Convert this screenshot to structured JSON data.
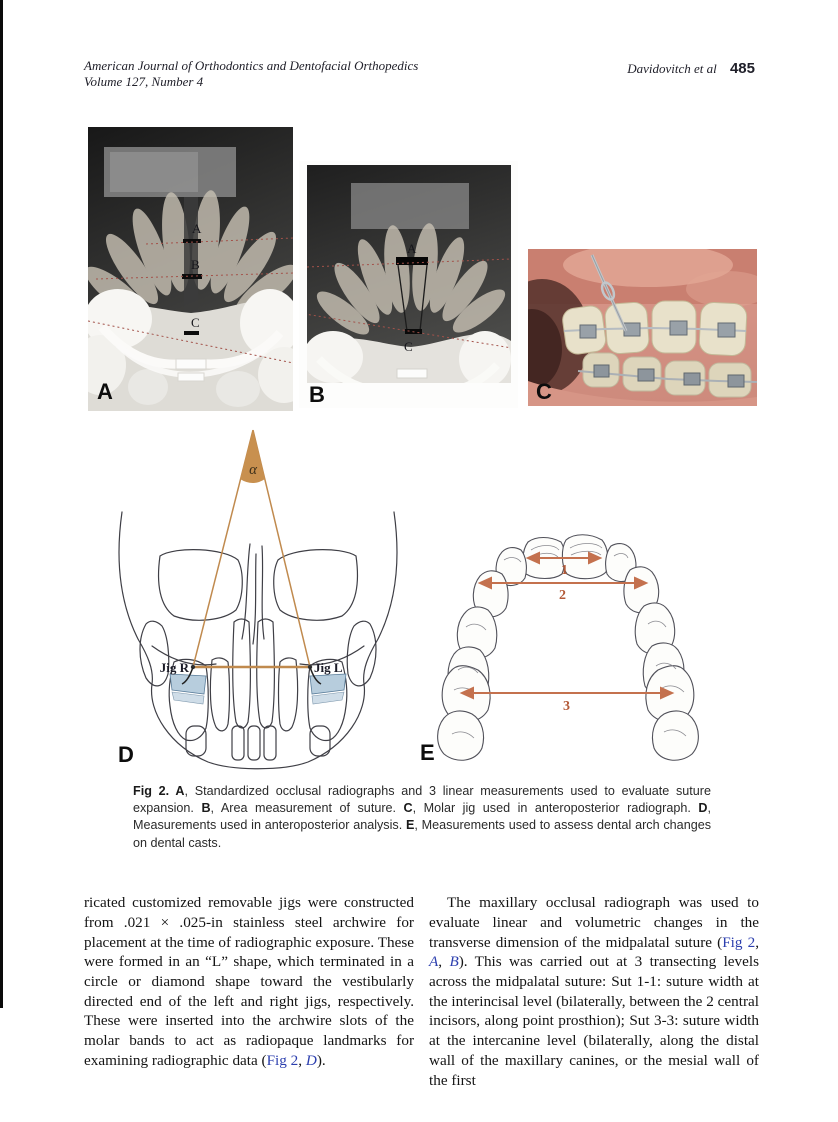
{
  "colors": {
    "link_blue": "#2b3eae",
    "triangle_tan": "#c58a4d",
    "arrow_orange": "#c4714e",
    "dotted_red": "#a3524a",
    "band_blue": "#b7cddd"
  },
  "header": {
    "journal": "American Journal of Orthodontics and Dentofacial Orthopedics",
    "volume": "Volume 127, Number 4",
    "authors": "Davidovitch et al",
    "page_number": "485"
  },
  "figure": {
    "panel_a": {
      "corner": "A",
      "marker_a": "A",
      "marker_b": "B",
      "marker_c": "C"
    },
    "panel_b": {
      "corner": "B",
      "marker_a": "A",
      "marker_c": "C"
    },
    "panel_c": {
      "corner": "C"
    },
    "panel_d": {
      "corner": "D",
      "alpha": "α",
      "jig_r": "Jig R",
      "jig_l": "Jig L"
    },
    "panel_e": {
      "corner": "E",
      "m1": "1",
      "m2": "2",
      "m3": "3"
    },
    "caption": {
      "segments": [
        {
          "t": "Fig 2. ",
          "b": true
        },
        {
          "t": "A",
          "b": true
        },
        {
          "t": ", Standardized occlusal radiographs and 3 linear measurements used to evaluate suture expansion. "
        },
        {
          "t": "B",
          "b": true
        },
        {
          "t": ", Area measurement of suture. "
        },
        {
          "t": "C",
          "b": true
        },
        {
          "t": ", Molar jig used in anteroposterior radiograph. "
        },
        {
          "t": "D",
          "b": true
        },
        {
          "t": ", Measurements used in anteroposterior analysis. "
        },
        {
          "t": "E",
          "b": true
        },
        {
          "t": ", Measurements used to assess dental arch changes on dental casts."
        }
      ]
    }
  },
  "body": {
    "left": {
      "segments": [
        {
          "t": "ricated customized removable jigs were constructed from .021 × .025-in stainless steel archwire for placement at the time of radiographic exposure. These were formed in an “L” shape, which terminated in a circle or diamond shape toward the vestibularly directed end of the left and right jigs, respectively. These were inserted into the archwire slots of the molar bands to act as radiopaque landmarks for examining radiographic data ("
        },
        {
          "t": "Fig 2",
          "link": true
        },
        {
          "t": ", "
        },
        {
          "t": "D",
          "i": true,
          "link": true
        },
        {
          "t": ")."
        }
      ]
    },
    "right": {
      "segments": [
        {
          "t": "The maxillary occlusal radiograph was used to evaluate linear and volumetric changes in the transverse dimension of the midpalatal suture ("
        },
        {
          "t": "Fig 2",
          "link": true
        },
        {
          "t": ", "
        },
        {
          "t": "A",
          "i": true,
          "link": true
        },
        {
          "t": ", "
        },
        {
          "t": "B",
          "i": true,
          "link": true
        },
        {
          "t": "). This was carried out at 3 transecting levels across the midpalatal suture: Sut 1-1: suture width at the interincisal level (bilaterally, between the 2 central incisors, along point prosthion); Sut 3-3: suture width at the intercanine level (bilaterally, along the distal wall of the maxillary canines, or the mesial wall of the first"
        }
      ]
    }
  }
}
